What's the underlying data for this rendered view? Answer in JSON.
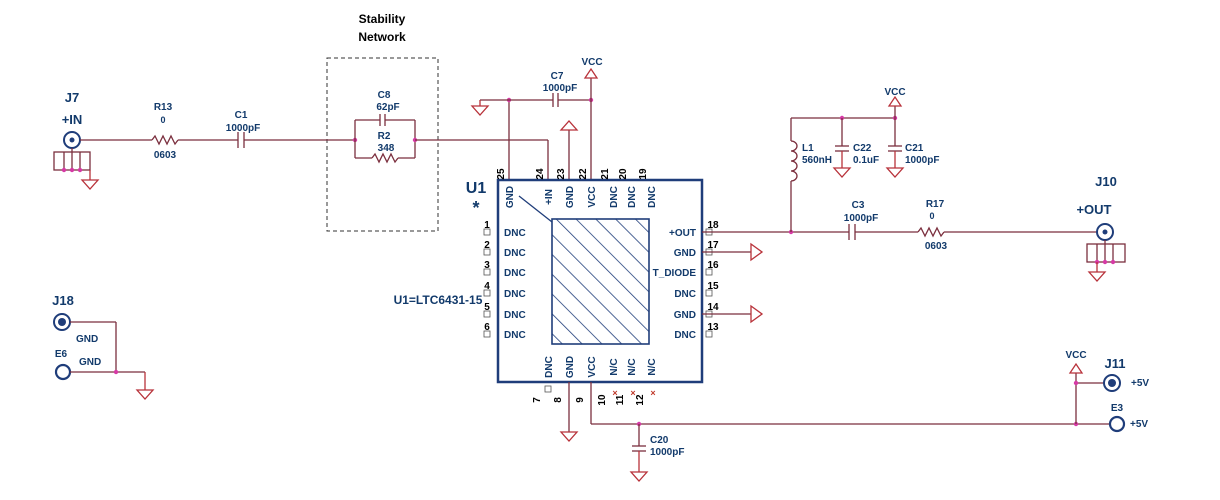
{
  "title_block": {
    "line1": "Stability",
    "line2": "Network"
  },
  "u1": {
    "ref": "U1",
    "star": "*",
    "value_label": "U1=LTC6431-15",
    "top_pins": [
      {
        "num": "25",
        "name": "GND"
      },
      {
        "num": "24",
        "name": "+IN"
      },
      {
        "num": "23",
        "name": "GND"
      },
      {
        "num": "22",
        "name": "VCC"
      },
      {
        "num": "21",
        "name": "DNC"
      },
      {
        "num": "20",
        "name": "DNC"
      },
      {
        "num": "19",
        "name": "DNC"
      }
    ],
    "left_pins": [
      {
        "num": "1",
        "name": "DNC"
      },
      {
        "num": "2",
        "name": "DNC"
      },
      {
        "num": "3",
        "name": "DNC"
      },
      {
        "num": "4",
        "name": "DNC"
      },
      {
        "num": "5",
        "name": "DNC"
      },
      {
        "num": "6",
        "name": "DNC"
      }
    ],
    "right_pins": [
      {
        "num": "18",
        "name": "+OUT"
      },
      {
        "num": "17",
        "name": "GND"
      },
      {
        "num": "16",
        "name": "T_DIODE"
      },
      {
        "num": "15",
        "name": "DNC"
      },
      {
        "num": "14",
        "name": "GND"
      },
      {
        "num": "13",
        "name": "DNC"
      }
    ],
    "bottom_pins": [
      {
        "num": "7",
        "name": "DNC"
      },
      {
        "num": "8",
        "name": "GND"
      },
      {
        "num": "9",
        "name": "VCC"
      },
      {
        "num": "10",
        "name": "N/C"
      },
      {
        "num": "11",
        "name": "N/C"
      },
      {
        "num": "12",
        "name": "N/C"
      }
    ]
  },
  "components": {
    "j7": {
      "ref": "J7",
      "label": "+IN"
    },
    "r13": {
      "ref": "R13",
      "value": "0",
      "pkg": "0603"
    },
    "c1": {
      "ref": "C1",
      "value": "1000pF"
    },
    "c8": {
      "ref": "C8",
      "value": "62pF"
    },
    "r2": {
      "ref": "R2",
      "value": "348"
    },
    "c7": {
      "ref": "C7",
      "value": "1000pF"
    },
    "l1": {
      "ref": "L1",
      "value": "560nH"
    },
    "c22": {
      "ref": "C22",
      "value": "0.1uF"
    },
    "c21": {
      "ref": "C21",
      "value": "1000pF"
    },
    "c3": {
      "ref": "C3",
      "value": "1000pF"
    },
    "r17": {
      "ref": "R17",
      "value": "0",
      "pkg": "0603"
    },
    "j10": {
      "ref": "J10",
      "label": "+OUT"
    },
    "j18": {
      "ref": "J18",
      "label": "GND"
    },
    "e6": {
      "ref": "E6",
      "label": "GND"
    },
    "j11": {
      "ref": "J11",
      "label": "+5V"
    },
    "e3": {
      "ref": "E3",
      "label": "+5V"
    },
    "c20": {
      "ref": "C20",
      "value": "1000pF"
    }
  },
  "nets": {
    "vcc_top": "VCC",
    "vcc_right": "VCC",
    "vcc_5v": "VCC"
  }
}
